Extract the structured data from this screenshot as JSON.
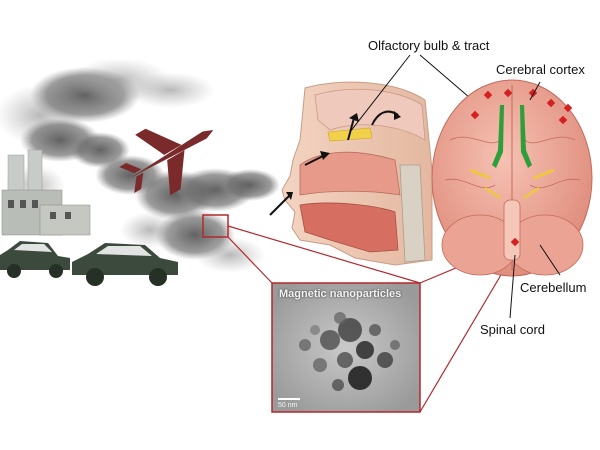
{
  "labels": {
    "olfactory": "Olfactory bulb & tract",
    "cortex": "Cerebral cortex",
    "cerebellum": "Cerebellum",
    "spinal": "Spinal cord"
  },
  "inset": {
    "title": "Magnetic nanoparticles",
    "scale_bar": "50 nm"
  },
  "colors": {
    "highlight_box": "#b3282d",
    "airplane": "#7a2a2a",
    "car": "#3b4a3d",
    "nanoparticle_marker": "#d42020",
    "green_tract": "#2d9e3a",
    "yellow_nerve": "#f0c840"
  }
}
